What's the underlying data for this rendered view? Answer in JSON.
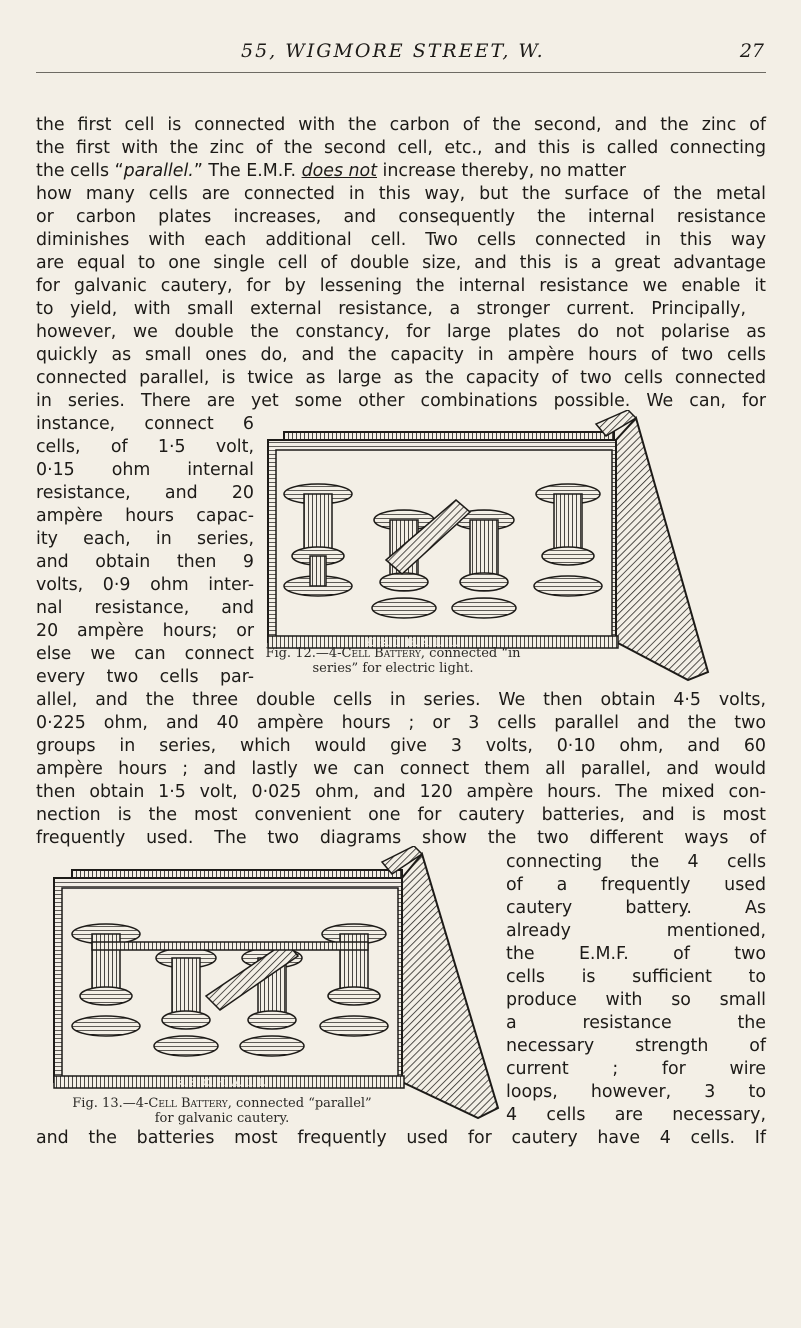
{
  "header": {
    "title": "55, WIGMORE STREET, W.",
    "page_number": "27"
  },
  "para1": [
    "the first cell is connected with the carbon of the second, and the zinc of",
    "the first with the zinc of the second cell, etc., and this is called connecting",
    "how many cells are connected in this way, but the surface of the metal",
    "or carbon plates increases, and consequently the internal resistance",
    "diminishes with each additional cell. Two cells connected in this way",
    "are equal to one single cell of double size, and this is a great advantage",
    "for galvanic cautery, for by lessening the internal resistance we enable it",
    "to yield, with small external resistance, a stronger current. Principally,",
    "however, we double the constancy, for large plates do not polarise as",
    "quickly as small ones do, and the capacity in ampère hours of two cells",
    "connected parallel, is twice as large as the capacity of two cells connected",
    "in series. There are yet some other combinations possible. We can, for"
  ],
  "line3": {
    "a": "the cells “",
    "b": "parallel.",
    "c": "” The E.M.F. ",
    "d": "does not",
    "e": " increase thereby, no matter"
  },
  "narrow1": [
    "instance, connect 6",
    "cells, of 1·5 volt,",
    "0·15 ohm internal",
    "resistance, and 20",
    "ampère hours capac-",
    "ity each, in series,",
    "and obtain then 9",
    "volts, 0·9 ohm inter-",
    "nal resistance, and",
    "20 ampère hours; or",
    "else we can connect",
    "every two cells par-"
  ],
  "para2": [
    "allel, and the three double cells in series. We then obtain 4·5 volts,",
    "0·225 ohm, and 40 ampère hours ; or 3 cells parallel and the two",
    "groups in series, which would give 3 volts, 0·10 ohm, and 60",
    "ampère hours ; and lastly we can connect them all parallel, and would",
    "then obtain 1·5 volt, 0·025 ohm, and 120 ampère hours. The mixed con-",
    "nection is the most convenient one for cautery batteries, and is most",
    "frequently used. The two diagrams show the two different ways of"
  ],
  "narrow2": [
    "connecting the 4 cells",
    "of a frequently used",
    "cautery battery. As",
    "already mentioned,",
    "the E.M.F. of two",
    "cells is sufficient to",
    "produce with so small",
    "a resistance the",
    "necessary strength of",
    "current ; for wire",
    "loops, however, 3 to",
    "4 cells are necessary,"
  ],
  "last_line": "and the batteries most frequently used for cautery have 4 cells. If",
  "fig12": {
    "label": "Fig. 12.—4-",
    "sc": "Cell Battery,",
    "rest": " connected “in",
    "line2": "series” for electric light.",
    "plate": "K. S. C. H. A. L. L."
  },
  "fig13": {
    "label": "Fig. 13.—4-",
    "sc": "Cell Battery,",
    "rest": " connected “parallel”",
    "line2": "for galvanic cautery.",
    "plate": "K. S. C. H. A. L. L."
  },
  "colors": {
    "paper": "#f3efe6",
    "ink": "#1d1b18"
  }
}
